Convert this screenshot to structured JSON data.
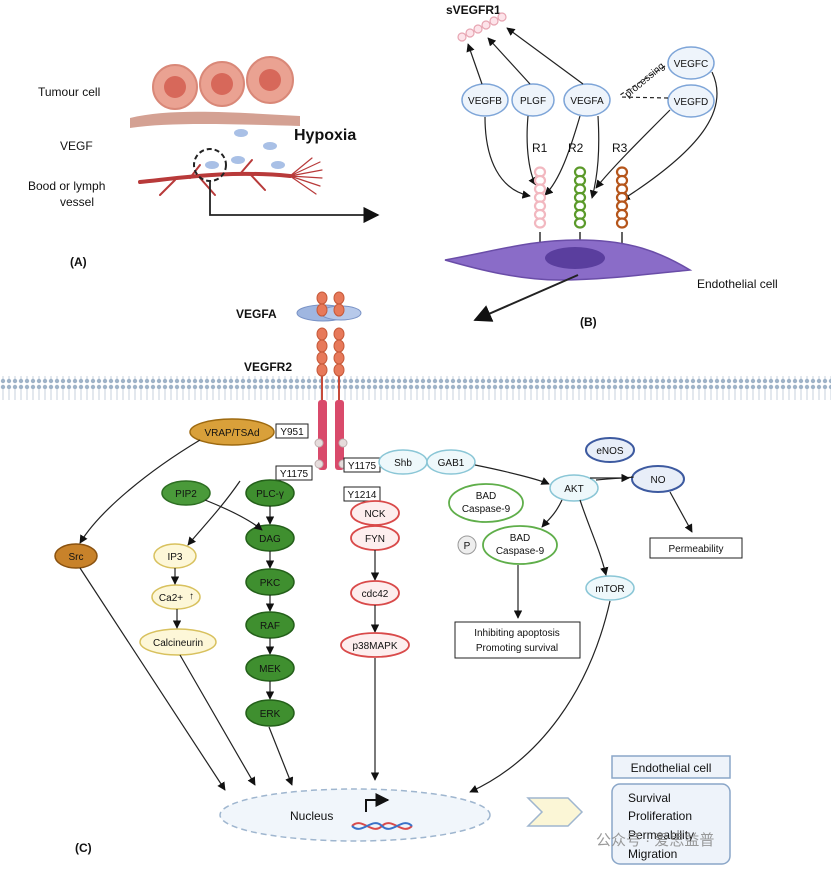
{
  "panel_a": {
    "label": "(A)",
    "tumour_cell": "Tumour cell",
    "vegf": "VEGF",
    "vessel_line1": "Bood or lymph",
    "vessel_line2": "vessel",
    "hypoxia": "Hypoxia"
  },
  "panel_b": {
    "label": "(B)",
    "svegfr1": "sVEGFR1",
    "ligands": [
      "VEGFB",
      "PLGF",
      "VEGFA",
      "VEGFC",
      "VEGFD"
    ],
    "processing": "processing",
    "receptors": [
      "R1",
      "R2",
      "R3"
    ],
    "endothelial_cell": "Endothelial cell",
    "colors": {
      "r1": "#f2b8c0",
      "r2": "#5b9a2a",
      "r3": "#b5551b",
      "cell": "#8a6cc8"
    }
  },
  "panel_c": {
    "label": "(C)",
    "vegfa": "VEGFA",
    "vegfr2": "VEGFR2",
    "sites": {
      "y951": "Y951",
      "y1175_left": "Y1175",
      "y1175_right": "Y1175",
      "y1214": "Y1214"
    },
    "vrap": "VRAP/TSAd",
    "src": "Src",
    "pip2": "PIP2",
    "ip3": "IP3",
    "ca": "Ca2+",
    "ca_arrow": "↑",
    "calcineurin": "Calcineurin",
    "plc_chain": [
      "PLC-γ",
      "DAG",
      "PKC",
      "RAF",
      "MEK",
      "ERK"
    ],
    "nck_chain": [
      "NCK",
      "FYN",
      "cdc42",
      "p38MAPK"
    ],
    "shb": "Shb",
    "gab1": "GAB1",
    "akt": "AKT",
    "enos": "eNOS",
    "no": "NO",
    "permeability": "Permeability",
    "bad1_line1": "BAD",
    "bad1_line2": "Caspase-9",
    "p": "P",
    "bad2_line1": "BAD",
    "bad2_line2": "Caspase-9",
    "apoptosis_line1": "Inhibiting apoptosis",
    "apoptosis_line2": "Promoting survival",
    "mtor": "mTOR",
    "nucleus": "Nucleus",
    "endothelial_title": "Endothelial cell",
    "outcomes": [
      "Survival",
      "Proliferation",
      "Permeability",
      "Migration"
    ]
  },
  "watermark": "公众号 · 爱思益普"
}
